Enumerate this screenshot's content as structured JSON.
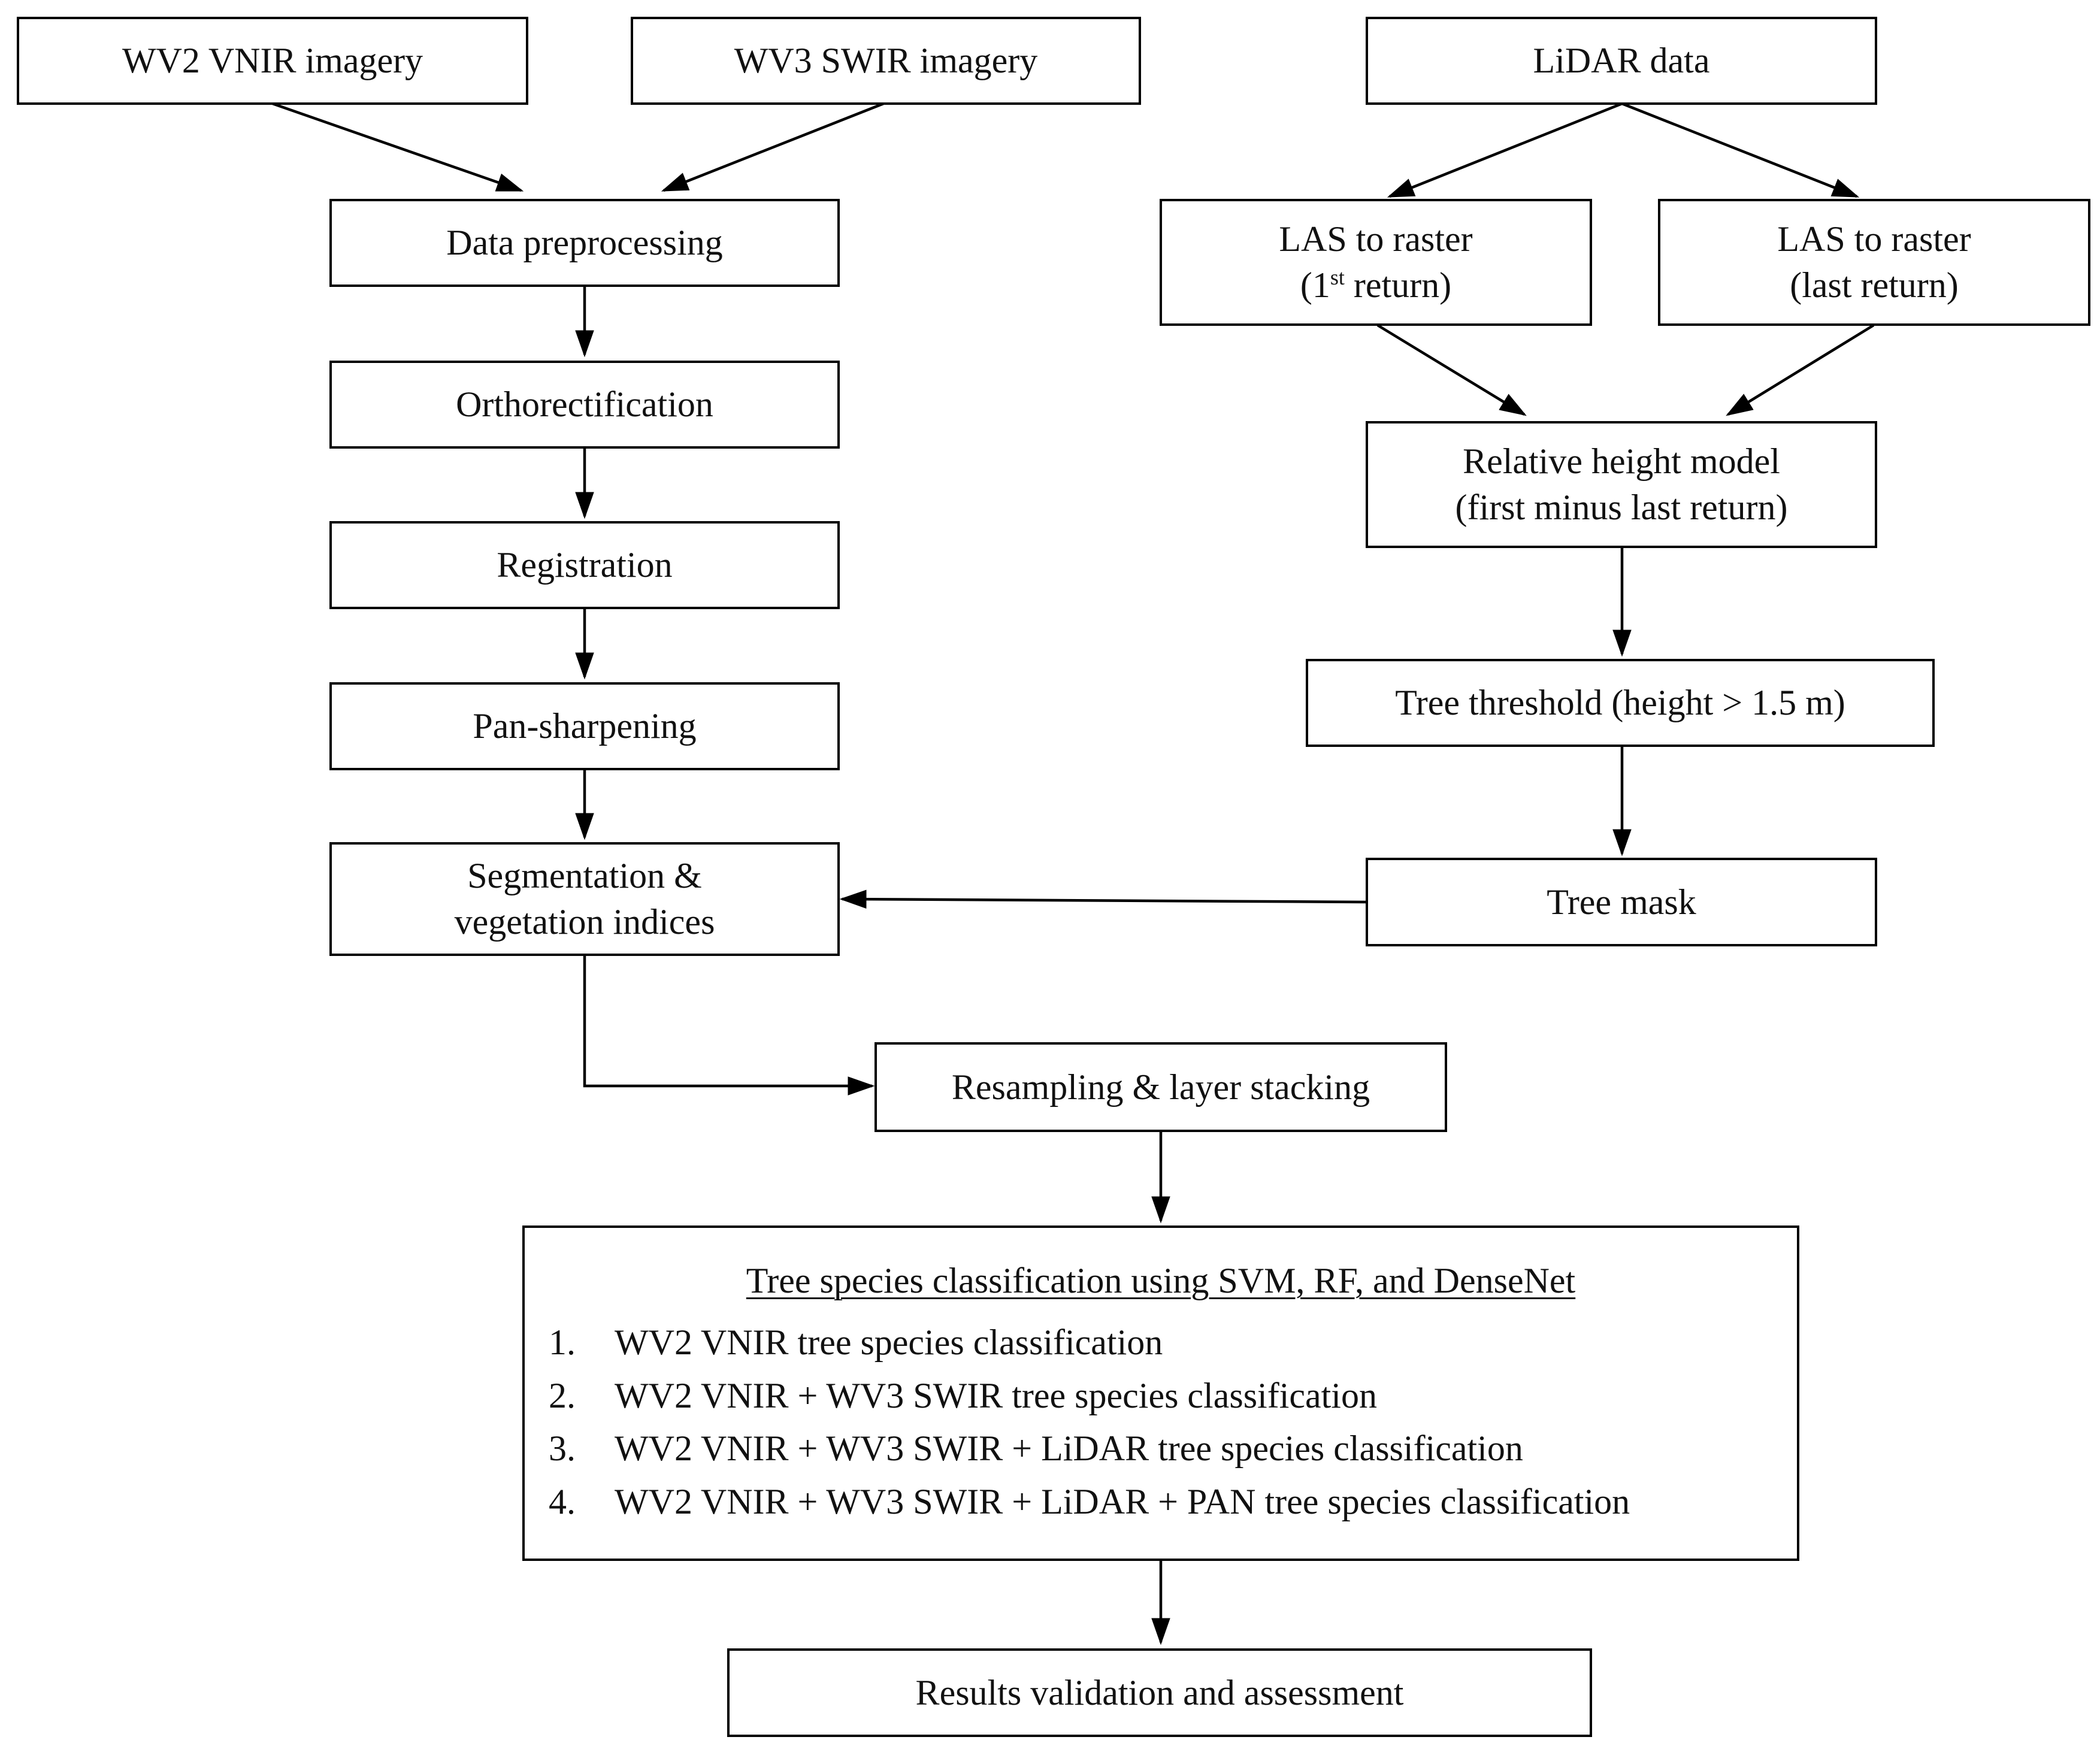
{
  "nodes": {
    "wv2": "WV2 VNIR imagery",
    "wv3": "WV3 SWIR imagery",
    "lidar": "LiDAR data",
    "preprocessing": "Data preprocessing",
    "ortho": "Orthorectification",
    "registration": "Registration",
    "pansharp": "Pan-sharpening",
    "segmentation": {
      "line1": "Segmentation &",
      "line2": "vegetation indices"
    },
    "las_first": {
      "line1": "LAS to raster",
      "open": "(1",
      "sup": "st",
      "close": " return)"
    },
    "las_last": {
      "line1": "LAS to raster",
      "line2": "(last return)"
    },
    "rhm": {
      "line1": "Relative height model",
      "line2": "(first minus last return)"
    },
    "threshold": "Tree threshold (height > 1.5 m)",
    "treemask": "Tree mask",
    "resampling": "Resampling & layer stacking",
    "classification": {
      "title": "Tree species classification using SVM, RF, and DenseNet",
      "items": [
        {
          "num": "1.",
          "text": "WV2 VNIR tree species classification"
        },
        {
          "num": "2.",
          "text": "WV2 VNIR + WV3 SWIR tree species classification"
        },
        {
          "num": "3.",
          "text": "WV2 VNIR + WV3 SWIR + LiDAR tree species classification"
        },
        {
          "num": "4.",
          "text": "WV2 VNIR + WV3 SWIR + LiDAR + PAN tree species classification"
        }
      ]
    },
    "results": "Results validation and assessment"
  },
  "edges": [
    [
      "wv2",
      "preprocessing"
    ],
    [
      "wv3",
      "preprocessing"
    ],
    [
      "preprocessing",
      "ortho"
    ],
    [
      "ortho",
      "registration"
    ],
    [
      "registration",
      "pansharp"
    ],
    [
      "pansharp",
      "segmentation"
    ],
    [
      "lidar",
      "las_first"
    ],
    [
      "lidar",
      "las_last"
    ],
    [
      "las_first",
      "rhm"
    ],
    [
      "las_last",
      "rhm"
    ],
    [
      "rhm",
      "threshold"
    ],
    [
      "threshold",
      "treemask"
    ],
    [
      "treemask",
      "segmentation"
    ],
    [
      "segmentation",
      "resampling"
    ],
    [
      "resampling",
      "classification"
    ],
    [
      "classification",
      "results"
    ]
  ]
}
